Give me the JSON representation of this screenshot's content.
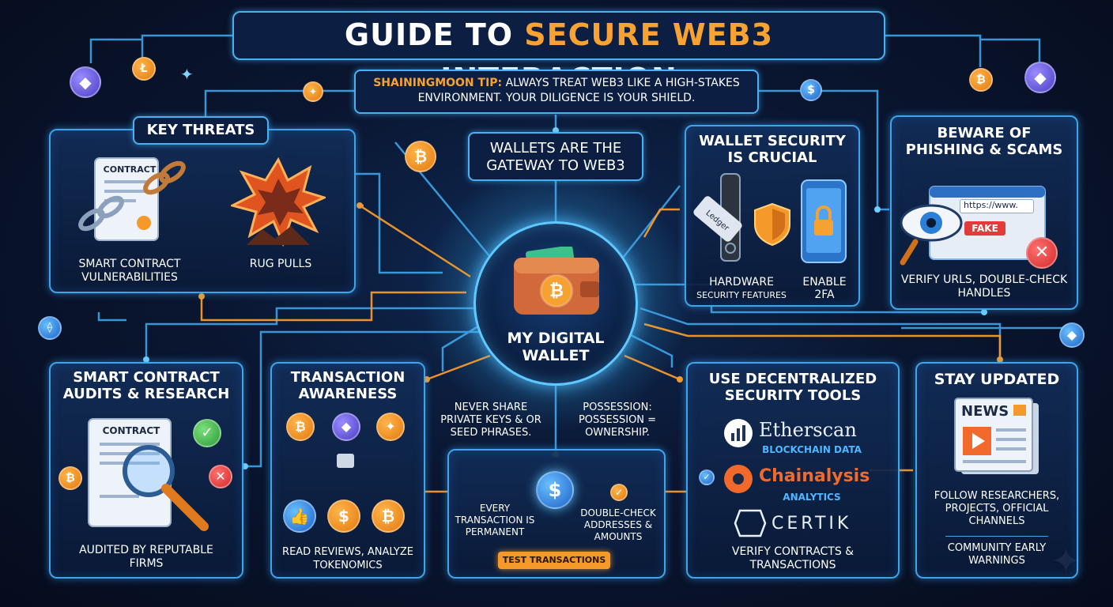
{
  "title": {
    "part1": "GUIDE TO ",
    "highlight": "SECURE WEB3",
    "part2": " INTERACTION"
  },
  "tip": {
    "label": "SHAININGMOON TIP:",
    "text": "ALWAYS TREAT WEB3 LIKE A HIGH-STAKES ENVIRONMENT. YOUR DILIGENCE IS YOUR SHIELD."
  },
  "center": {
    "gateway": "WALLETS ARE THE GATEWAY TO WEB3",
    "wallet_label_1": "MY DIGITAL",
    "wallet_label_2": "WALLET",
    "note_left": "NEVER SHARE PRIVATE KEYS & OR SEED PHRASES.",
    "note_right": "POSSESSION: POSSESSION = OWNERSHIP."
  },
  "key_threats": {
    "title": "KEY THREATS",
    "doc_label": "CONTRACT",
    "items": [
      "SMART CONTRACT VULNERABILITIES",
      "RUG PULLS"
    ]
  },
  "wallet_security": {
    "title": "WALLET SECURITY IS CRUCIAL",
    "device_text": "Ledger",
    "items": [
      "HARDWARE",
      "SECURITY FEATURES",
      "ENABLE 2FA"
    ]
  },
  "phishing": {
    "title": "BEWARE OF PHISHING & SCAMS",
    "url": "https://www.",
    "fake": "FAKE",
    "caption": "VERIFY URLS, DOUBLE-CHECK HANDLES"
  },
  "audits": {
    "title": "SMART CONTRACT AUDITS & RESEARCH",
    "doc_label": "CONTRACT",
    "caption": "AUDITED BY REPUTABLE FIRMS"
  },
  "tx_awareness": {
    "title": "TRANSACTION AWARENESS",
    "caption": "READ REVIEWS, ANALYZE TOKENOMICS"
  },
  "tx_center": {
    "permanent": "EVERY TRANSACTION IS PERMANENT",
    "double_check": "DOUBLE-CHECK ADDRESSES & AMOUNTS",
    "button": "TEST TRANSACTIONS"
  },
  "tools": {
    "title": "USE DECENTRALIZED SECURITY TOOLS",
    "entries": [
      {
        "name": "Etherscan",
        "sub": "BLOCKCHAIN DATA"
      },
      {
        "name": "Chainalysis",
        "sub": "ANALYTICS"
      },
      {
        "name": "CERTIK",
        "sub": ""
      }
    ],
    "caption": "VERIFY CONTRACTS & TRANSACTIONS"
  },
  "updated": {
    "title": "STAY UPDATED",
    "news": "NEWS",
    "caption": "FOLLOW RESEARCHERS, PROJECTS, OFFICIAL CHANNELS",
    "caption2": "COMMUNITY EARLY WARNINGS"
  },
  "colors": {
    "accent_orange": "#f59a2a",
    "wire_blue": "#3fa4e8",
    "background": "#0a1631"
  },
  "icons": [
    "ethereum-icon",
    "litecoin-icon",
    "bitcoin-icon",
    "dollar-icon",
    "chain-icon",
    "shield-icon",
    "lock-icon",
    "eye-icon",
    "magnifier-icon",
    "thumbs-up-icon",
    "news-icon",
    "sparkle-icon"
  ]
}
